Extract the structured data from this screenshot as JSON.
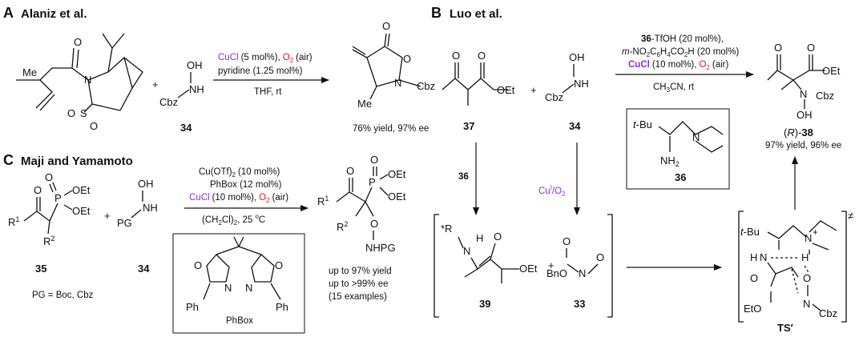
{
  "panels": {
    "A": {
      "letter": "A",
      "title": "Alaniz et al.",
      "me": "Me",
      "o": "O",
      "n": "N",
      "s": "S",
      "plus": "+",
      "cbz": "Cbz",
      "oh": "OH",
      "nh": "NH",
      "cmpd34": "34",
      "cond_cucl": "CuCl",
      "cond_cucl_amt": "(5 mol%),",
      "cond_o2": "O",
      "cond_o2_sub": "2",
      "cond_air": "(air)",
      "cond_pyr": "pyridine (1.25 mol%)",
      "cond_solvent": "THF, rt",
      "prod_o": "O",
      "prod_n": "N",
      "prod_me": "Me",
      "prod_cbz": "Cbz",
      "result": "76% yield, 97% ee"
    },
    "B": {
      "letter": "B",
      "title": "Luo et al.",
      "o": "O",
      "oet": "OEt",
      "plus": "+",
      "oh": "OH",
      "nh": "NH",
      "cbz": "Cbz",
      "cmpd37": "37",
      "cmpd34": "34",
      "cond1_a": "36",
      "cond1_b": "-TfOH (20 mol%),",
      "cond2_a": "m",
      "cond2_b": "-NO",
      "cond2_c": "2",
      "cond2_d": "C",
      "cond2_e": "6",
      "cond2_f": "H",
      "cond2_g": "4",
      "cond2_h": "CO",
      "cond2_i": "2",
      "cond2_j": "H (20 mol%)",
      "cond3_cucl": "CuCl",
      "cond3_amt": "(10 mol%),",
      "cond3_o2": "O",
      "cond3_o2sub": "2",
      "cond3_air": "(air)",
      "cond_solvent_a": "CH",
      "cond_solvent_b": "3",
      "cond_solvent_c": "CN, rt",
      "cat_tbu": "t",
      "cat_bu": "-Bu",
      "cat_n": "N",
      "cat_nh": "NH",
      "cat_nh_sub": "2",
      "cat_num": "36",
      "prod_o": "O",
      "prod_oet": "OEt",
      "prod_n": "N",
      "prod_oh": "OH",
      "prod_cbz": "Cbz",
      "prod_label_a": "(",
      "prod_label_r": "R",
      "prod_label_b": ")-",
      "prod_label_num": "38",
      "prod_result": "97% yield, 96% ee",
      "arrow1_label": "36",
      "arrow2_cu": "Cu",
      "arrow2_sup": "I",
      "arrow2_o2": "/O",
      "arrow2_o2sub": "2",
      "int39_r": "*R",
      "int39_n": "N",
      "int39_h": "H",
      "int39_o": "O",
      "int39_oet": "OEt",
      "int39_num": "39",
      "int33_bno": "BnO",
      "int33_o1": "O",
      "int33_n": "N",
      "int33_o2": "O",
      "int33_num": "33",
      "ts_tbu_t": "t",
      "ts_tbu_bu": "-Bu",
      "ts_n1": "N",
      "ts_plus": "+",
      "ts_h1": "H",
      "ts_h2": "H",
      "ts_n2": "N",
      "ts_o1": "O",
      "ts_o2": "O",
      "ts_n3": "N",
      "ts_cbz": "Cbz",
      "ts_eto": "EtO",
      "ts_label": "TS",
      "ts_prime": "′",
      "ts_ddag": "≠"
    },
    "C": {
      "letter": "C",
      "title": "Maji and Yamamoto",
      "o": "O",
      "p": "P",
      "oet1": "OEt",
      "oet2": "OEt",
      "r1": "R",
      "r1sup": "1",
      "r2": "R",
      "r2sup": "2",
      "plus": "+",
      "oh": "OH",
      "nh": "NH",
      "pg": "PG",
      "cmpd35": "35",
      "cmpd34": "34",
      "pg_def": "PG = Boc, Cbz",
      "cond1_a": "Cu(OTf)",
      "cond1_b": "2",
      "cond1_c": "(10 mol%)",
      "cond2": "PhBox (12 mol%)",
      "cond3_cucl": "CuCl",
      "cond3_amt": "(10 mol%),",
      "cond3_o2": "O",
      "cond3_o2sub": "2",
      "cond3_air": "(air)",
      "cond4_a": "(CH",
      "cond4_b": "2",
      "cond4_c": "Cl)",
      "cond4_d": "2",
      "cond4_e": ", 25 ",
      "cond4_f": "o",
      "cond4_g": "C",
      "box_o1": "O",
      "box_o2": "O",
      "box_n1": "N",
      "box_n2": "N",
      "box_ph1": "Ph",
      "box_ph2": "Ph",
      "box_label": "PhBox",
      "prod_o": "O",
      "prod_p": "P",
      "prod_oet1": "OEt",
      "prod_oet2": "OEt",
      "prod_r1": "R",
      "prod_r1sup": "1",
      "prod_r2": "R",
      "prod_r2sup": "2",
      "prod_o2": "O",
      "prod_nhpg": "NHPG",
      "result1": "up to 97% yield",
      "result2": "up to >99% ee",
      "result3": "(15 examples)"
    }
  },
  "colors": {
    "cucl": "#8a2be2",
    "o2": "#e8101a",
    "ink": "#111111"
  }
}
